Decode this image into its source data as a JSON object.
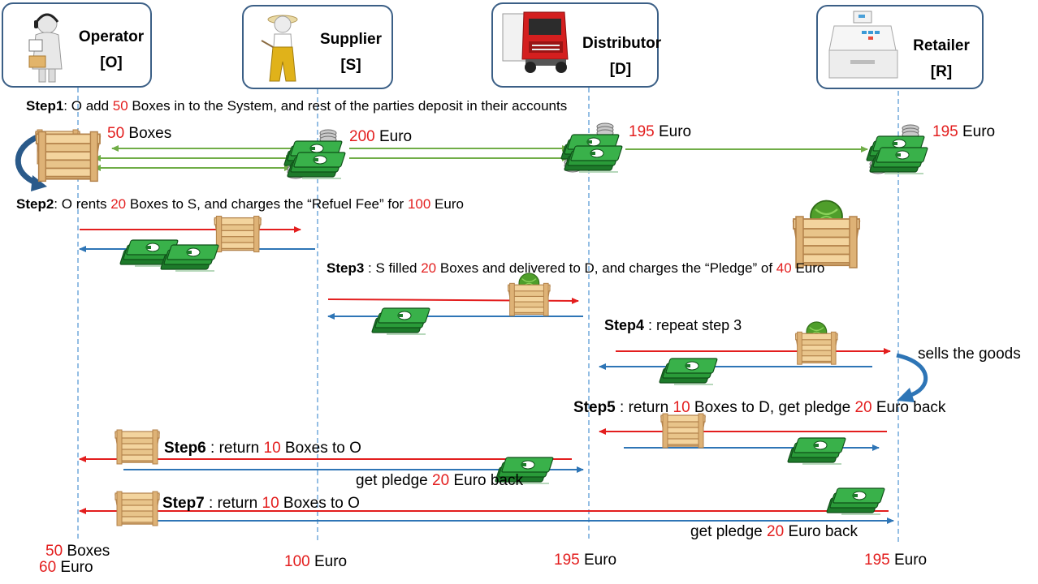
{
  "parties": [
    {
      "key": "operator",
      "name": "Operator",
      "code": "[O]",
      "icon": "operator-person-icon"
    },
    {
      "key": "supplier",
      "name": "Supplier",
      "code": "[S]",
      "icon": "farmer-icon"
    },
    {
      "key": "distributor",
      "name": "Distributor",
      "code": "[D]",
      "icon": "red-truck-icon"
    },
    {
      "key": "retailer",
      "name": "Retailer",
      "code": "[R]",
      "icon": "cash-register-icon"
    }
  ],
  "step1": {
    "label": "Step1",
    "pre": ": O add ",
    "num": "50",
    "post": " Boxes in to the System, and rest of the parties deposit in their accounts"
  },
  "step1_balances": {
    "operator": {
      "num": "50",
      "unit": " Boxes"
    },
    "supplier": {
      "num": "200",
      "unit": " Euro"
    },
    "distributor": {
      "num": "195",
      "unit": " Euro"
    },
    "retailer": {
      "num": "195",
      "unit": " Euro"
    }
  },
  "step2": {
    "label": "Step2",
    "pre": ": O rents ",
    "num1": "20",
    "mid": " Boxes to S, and charges the “Refuel Fee” for ",
    "num2": "100",
    "post": " Euro"
  },
  "step3": {
    "label": "Step3",
    "pre": " : S filled ",
    "num1": "20",
    "mid": " Boxes and delivered to D, and charges the “Pledge” of ",
    "num2": "40",
    "post": " Euro"
  },
  "step4": {
    "label": "Step4",
    "text": " : repeat step 3"
  },
  "sells_note": "sells the goods",
  "step5": {
    "label": "Step5",
    "pre": " : return ",
    "num1": "10",
    "mid": " Boxes to D, get pledge ",
    "num2": "20",
    "post": " Euro back"
  },
  "step6": {
    "label": "Step6",
    "pre": " : return ",
    "num": "10",
    "post": " Boxes to O"
  },
  "step6_note": {
    "pre": "get pledge ",
    "num": "20",
    "post": " Euro back"
  },
  "step7": {
    "label": "Step7",
    "pre": " : return ",
    "num": "10",
    "post": " Boxes to O"
  },
  "step7_note": {
    "pre": "get pledge ",
    "num": "20",
    "post": " Euro back"
  },
  "final_balances": {
    "operator_boxes": {
      "num": "50",
      "unit": " Boxes"
    },
    "operator_euro": {
      "num": "60",
      "unit": " Euro"
    },
    "supplier": {
      "num": "100",
      "unit": " Euro"
    },
    "distributor": {
      "num": "195",
      "unit": " Euro"
    },
    "retailer": {
      "num": "195",
      "unit": " Euro"
    }
  },
  "colors": {
    "goods_arrow": "#e31e1e",
    "money_arrow": "#2e75b6",
    "deposit_arrow": "#70ad47",
    "lifeline": "#5b9bd5",
    "party_border": "#3b5f86",
    "highlight_number": "#e31e1e"
  }
}
